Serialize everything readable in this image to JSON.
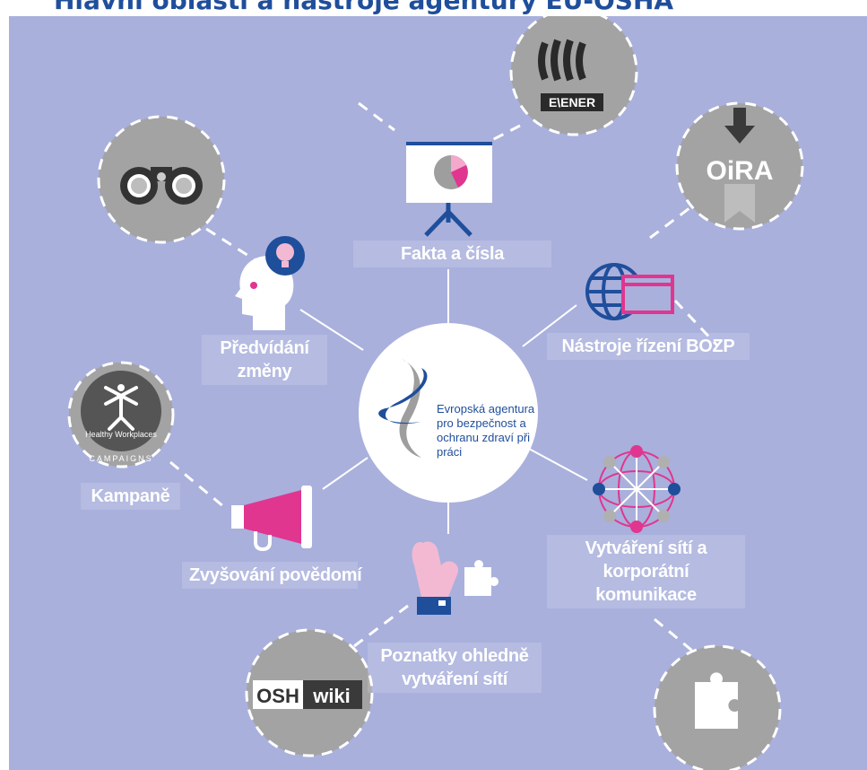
{
  "header": {
    "title": "Hlavní oblasti a nástroje agentury EU-OSHA"
  },
  "hub": {
    "text": "Evropská agentura pro bezpečnost a ochranu zdraví při práci"
  },
  "nodes": {
    "fakta": "Fakta a čísla",
    "nastroje": "Nástroje řízení BOZP",
    "predvidani": "Předvídání změny",
    "kampane": "Kampaně",
    "zvysovani": "Zvyšování povědomí",
    "poznatky": "Poznatky ohledně vytváření sítí",
    "vytvareni": "Vytváření sítí a korporátní komunikace"
  },
  "external_tools": {
    "esener": "E\\ENER",
    "oira": "OiRA",
    "healthy": "Healthy Workplaces",
    "campaigns": "CAMPAIGNS",
    "osh": "OSH",
    "wiki": "wiki"
  },
  "colors": {
    "background": "#a9b0dc",
    "accent_pink": "#e0368f",
    "accent_blue": "#1f4e9b",
    "grey": "#a3a3a3"
  }
}
